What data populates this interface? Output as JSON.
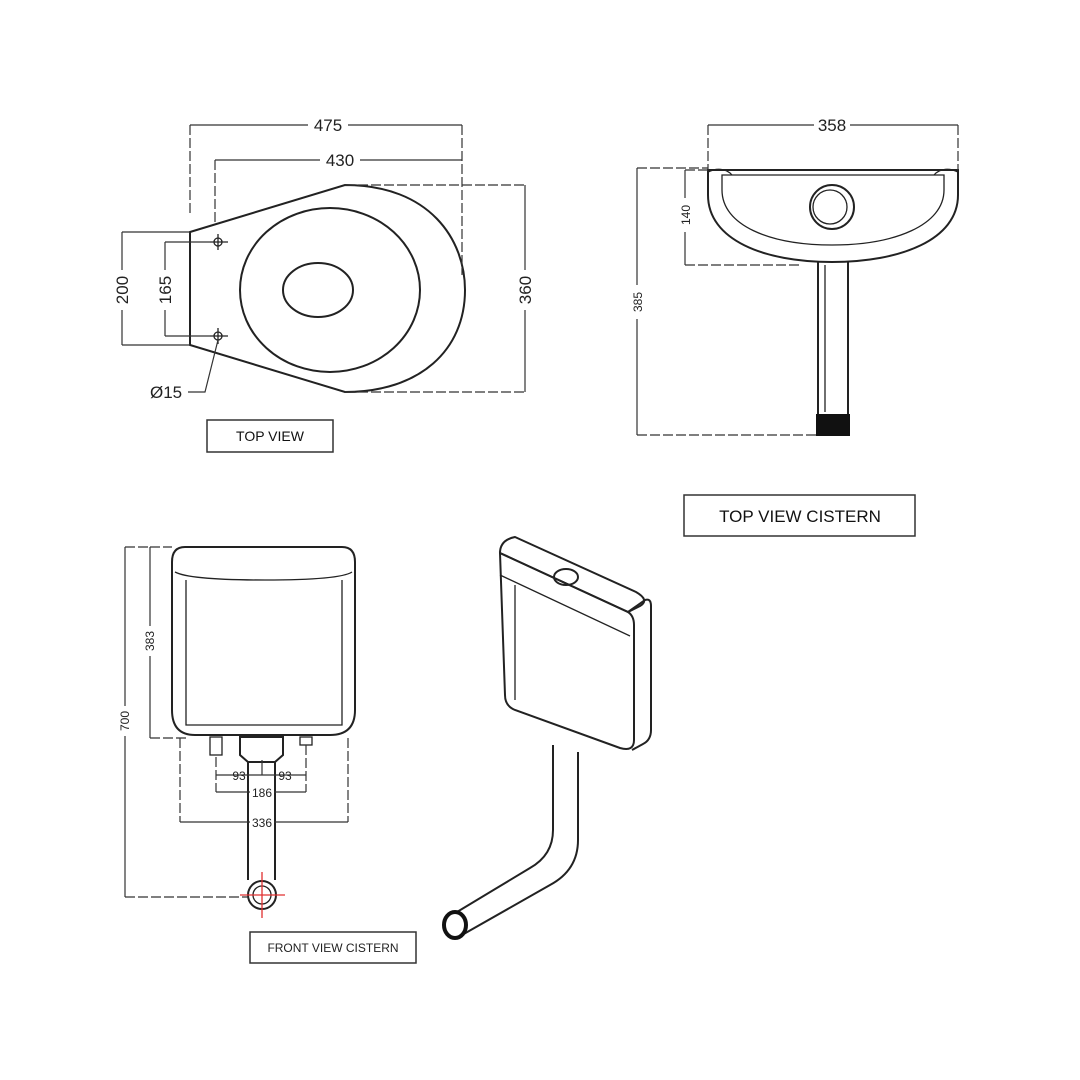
{
  "top_view": {
    "label": "TOP VIEW",
    "dims": {
      "overall_length": "475",
      "fixing_to_front": "430",
      "width": "360",
      "rear_width": "200",
      "fixing_spacing": "165",
      "hole_diameter": "Ø15"
    }
  },
  "top_view_cistern": {
    "label": "TOP VIEW CISTERN",
    "dims": {
      "width": "358",
      "depth": "140",
      "overall_depth": "385"
    }
  },
  "front_view_cistern": {
    "label": "FRONT VIEW CISTERN",
    "dims": {
      "height": "383",
      "overall_height": "700",
      "left_offset": "93",
      "right_offset": "93",
      "fixing_spacing": "186",
      "width": "336"
    }
  },
  "colors": {
    "line": "#222222",
    "centre_mark": "#e03030"
  }
}
